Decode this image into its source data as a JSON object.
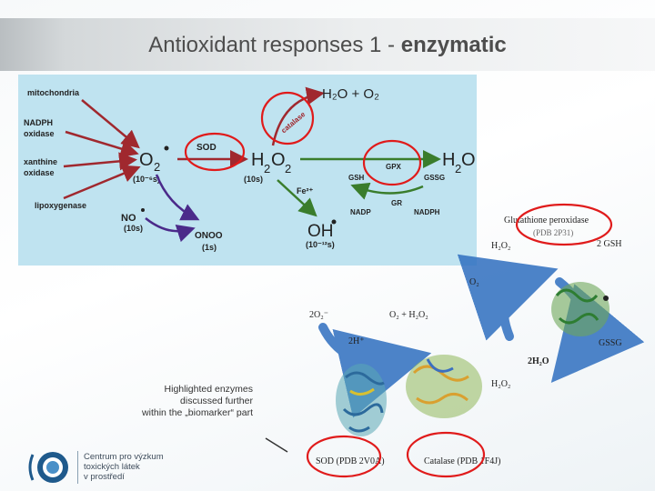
{
  "title": {
    "main": "Antioxidant responses 1 - ",
    "bold": "enzymatic"
  },
  "pathway": {
    "sources": [
      "mitochondria",
      "NADPH",
      "oxidase",
      "xanthine",
      "oxidase",
      "lipoxygenase"
    ],
    "o2": "O",
    "o2_sub": "2",
    "o2_time": "(10⁻⁶s)",
    "sod": "SOD",
    "h2o2": "H",
    "h2o2_sub1": "2",
    "h2o2_o": "O",
    "h2o2_sub2": "2",
    "h2o2_time": "(10s)",
    "top_products": "H₂O + O₂",
    "catalase": "catalase",
    "gpx": "GPX",
    "gsh": "GSH",
    "gssg": "GSSG",
    "gr": "GR",
    "nadp": "NADP",
    "nadph": "NADPH",
    "h2o": "H",
    "h2o_sub": "2",
    "h2o_o": "O",
    "fe": "Fe²⁺",
    "oh": "OH",
    "oh_time": "(10⁻¹²s)",
    "no": "NO",
    "no_time": "(10s)",
    "onoo": "ONOO",
    "onoo_time": "(1s)"
  },
  "structures": {
    "gpx_label": "Glutathione peroxidase",
    "gpx_pdb": "(PDB 2P31)",
    "h2o2_left": "H₂O₂",
    "gsh2": "2 GSH",
    "o2": "O₂",
    "o2_minus": "2O₂⁻",
    "o2_h2o2": "O₂ + H₂O₂",
    "h_plus": "2H⁺",
    "gssg": "GSSG",
    "h2o_out": "2H₂O",
    "h2o2_mid": "H₂O₂",
    "sod_label": "SOD (PDB 2V0A)",
    "catalase_label": "Catalase (PDB 1F4J)"
  },
  "note": [
    "Highlighted enzymes",
    "discussed further",
    "within the „biomarker“ part"
  ],
  "logo": [
    "Centrum pro výzkum",
    "toxických látek",
    "v prostředí"
  ],
  "colors": {
    "arrow": "#a0282e",
    "circle": "#e01b1b",
    "green": "#3a7d2c",
    "purple": "#4b2a8a",
    "blue": "#2f6fc0",
    "pathway_bg": "#bfe3f0"
  }
}
